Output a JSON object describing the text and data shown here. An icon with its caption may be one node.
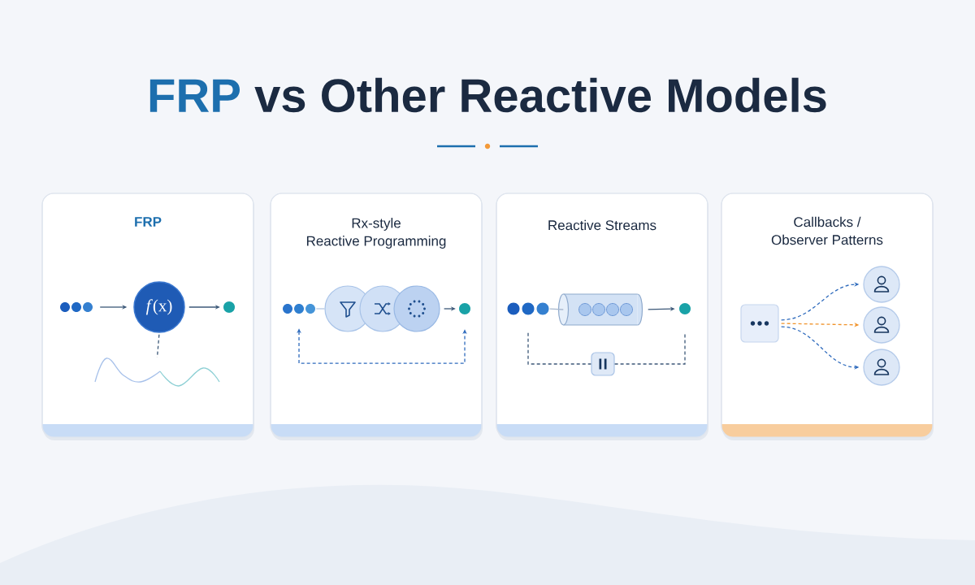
{
  "diagram": {
    "title": "FRP vs Other Reactive Models",
    "nodes": [
      {
        "text": [
          "FRP"
        ]
      },
      {
        "text": [],
        "shape": "circle",
        "in": 0
      },
      {
        "text": [
          "*f*(x)"
        ],
        "in": 0
      },
      {
        "text": [],
        "shape": "circle",
        "in": 0
      },
      {
        "text": [],
        "shape": "wave",
        "in": 0
      },
      {
        "text": [
          "Rx-style Reactive Programming"
        ]
      },
      {
        "text": [],
        "shape": "circle",
        "in": 5
      },
      {
        "text": [],
        "shape": "circle",
        "in": 5
      },
      {
        "text": [],
        "shape": "circle",
        "in": 5
      },
      {
        "text": [],
        "shape": "circle",
        "in": 5
      },
      {
        "text": [],
        "shape": "circle",
        "in": 5
      },
      {
        "text": [
          "Reactive Streams"
        ]
      },
      {
        "text": [],
        "shape": "circle",
        "in": 11
      },
      {
        "text": [],
        "shape": "cylinder",
        "in": 11
      },
      {
        "text": [],
        "shape": "circle",
        "in": 11
      },
      {
        "text": [],
        "shape": "box",
        "in": 11
      },
      {
        "text": [
          "Callbacks / Observer Patterns"
        ]
      },
      {
        "text": [],
        "shape": "box",
        "in": 16
      },
      {
        "text": [],
        "shape": "person",
        "in": 16
      },
      {
        "text": [],
        "shape": "person",
        "in": 16
      },
      {
        "text": [],
        "shape": "person",
        "in": 16
      }
    ],
    "edges": [
      {
        "from": 1,
        "to": 2,
        "arrow": "to"
      },
      {
        "from": 2,
        "to": 3,
        "arrow": "to"
      },
      {
        "from": 2,
        "to": 4,
        "arrow": "none",
        "style": "dashed"
      },
      {
        "from": 6,
        "to": 7,
        "arrow": "none",
        "color": "#b4c8e4"
      },
      {
        "from": 9,
        "to": 10,
        "arrow": "to"
      },
      {
        "from": 6,
        "to": 10,
        "arrow": "both",
        "style": "dashed",
        "color": "#2f6bbd"
      },
      {
        "from": 12,
        "to": 13,
        "arrow": "none",
        "color": "#a9b9cf"
      },
      {
        "from": 13,
        "to": 14,
        "arrow": "to"
      },
      {
        "from": 12,
        "to": 15,
        "arrow": "none",
        "style": "dashed"
      },
      {
        "from": 15,
        "to": 14,
        "arrow": "none",
        "style": "dashed"
      },
      {
        "from": 17,
        "to": 18,
        "arrow": "to",
        "style": "dashed",
        "color": "#2f6bbd"
      },
      {
        "from": 17,
        "to": 19,
        "arrow": "to",
        "style": "dashed",
        "color": "#f0932b"
      },
      {
        "from": 17,
        "to": 20,
        "arrow": "to",
        "style": "dashed",
        "color": "#2f6bbd"
      }
    ]
  }
}
